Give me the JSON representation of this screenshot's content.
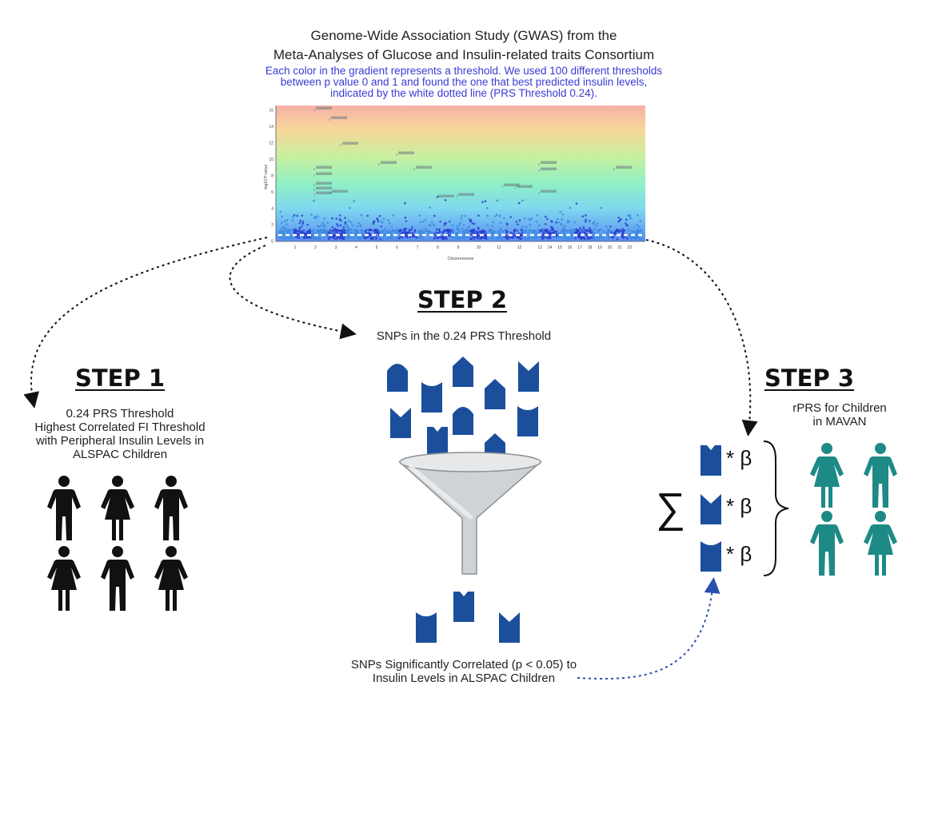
{
  "header": {
    "title_line1": "Genome-Wide Association Study (GWAS) from the",
    "title_line2": "Meta-Analyses of Glucose and Insulin-related traits Consortium",
    "note_line1": "Each color in the gradient represents a threshold. We used 100 different thresholds",
    "note_line2": "between p value 0 and 1 and found the one that best predicted insulin levels,",
    "note_line3": "indicated by the white dotted line (PRS Threshold 0.24)."
  },
  "plot": {
    "y_label": "-log10 P-value",
    "x_label": "Chromosome",
    "y_ticks": [
      "0",
      "2",
      "4",
      "6",
      "8",
      "10",
      "12",
      "14",
      "16"
    ],
    "x_ticks": [
      "1",
      "2",
      "3",
      "4",
      "5",
      "6",
      "7",
      "8",
      "9",
      "10",
      "11",
      "12",
      "13",
      "14",
      "15",
      "16",
      "17",
      "18",
      "19",
      "20",
      "21",
      "22"
    ]
  },
  "step1": {
    "label": "STEP 1",
    "line1": "0.24 PRS Threshold",
    "line2": "Highest Correlated FI Threshold",
    "line3": "with Peripheral Insulin Levels in",
    "line4": "ALSPAC Children"
  },
  "step2": {
    "label": "STEP 2",
    "top_caption": "SNPs in the 0.24 PRS Threshold",
    "bottom_line1": "SNPs Significantly Correlated (p < 0.05) to",
    "bottom_line2": "Insulin Levels in ALSPAC Children"
  },
  "step3": {
    "label": "STEP 3",
    "line1": "rPRS for Children",
    "line2": "in MAVAN",
    "sum_symbol": "∑",
    "multiplier": "* β"
  },
  "colors": {
    "snp_blue": "#1b4f9c",
    "people_black": "#111111",
    "people_teal": "#1e8a86",
    "note_blue": "#3a3ad6",
    "arrow_blue": "#2b4fb0"
  }
}
